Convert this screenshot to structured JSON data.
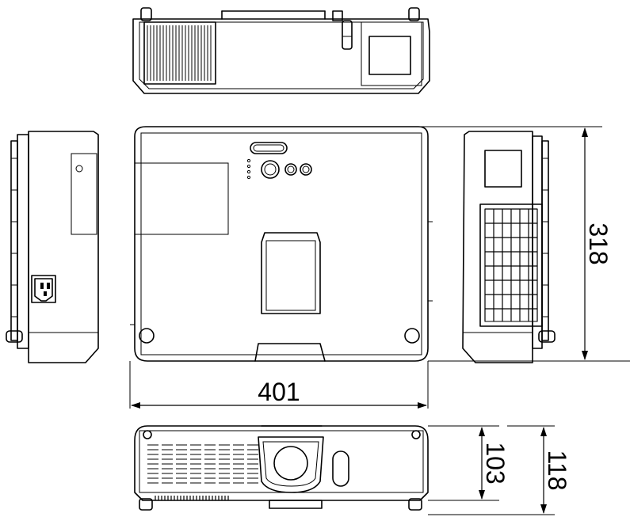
{
  "dimensions": {
    "width": "401",
    "depth": "318",
    "height_body": "103",
    "height_with_feet": "118"
  }
}
